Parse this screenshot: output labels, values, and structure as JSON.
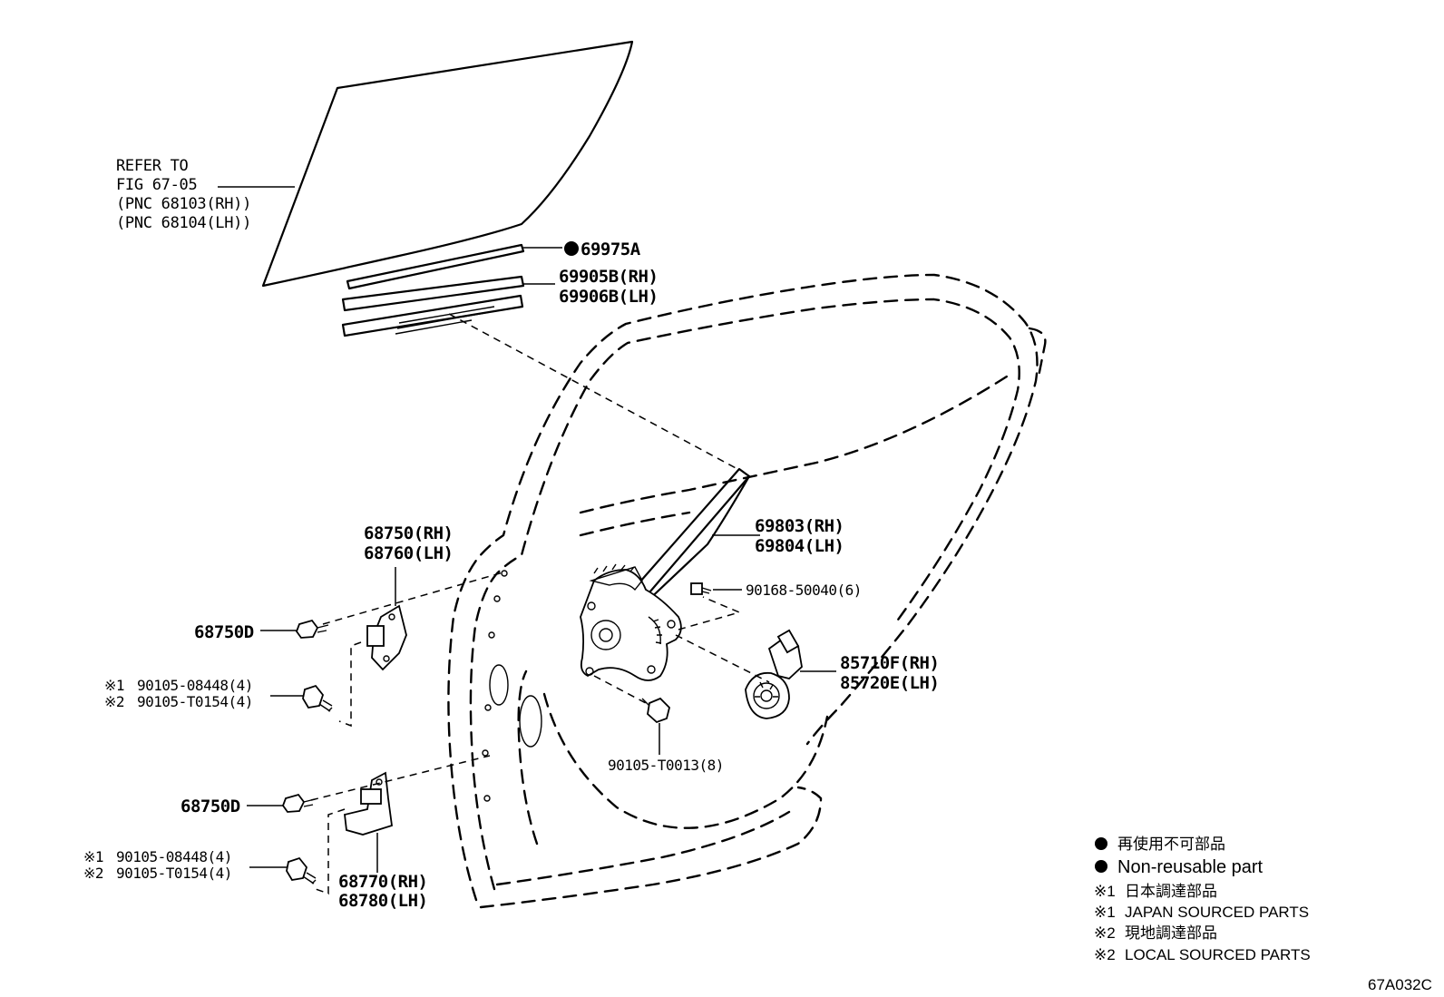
{
  "diagram_code": "67A032C",
  "refer_note": {
    "line1": "REFER TO",
    "line2": "FIG 67-05",
    "line3": "(PNC 68103(RH))",
    "line4": "(PNC 68104(LH))"
  },
  "parts": {
    "p69975A": "69975A",
    "p69905B": "69905B(RH)",
    "p69906B": "69906B(LH)",
    "p69803": "69803(RH)",
    "p69804": "69804(LH)",
    "p90168": "90168-50040(6)",
    "p85710F": "85710F(RH)",
    "p85720E": "85720E(LH)",
    "p90105_T0013": "90105-T0013(8)",
    "p68750": "68750(RH)",
    "p68760": "68760(LH)",
    "p68750D_upper": "68750D",
    "p68750D_lower": "68750D",
    "p68770": "68770(RH)",
    "p68780": "68780(LH)"
  },
  "bolts_upper": {
    "line1_mark": "※1",
    "line1_code": "90105-08448(4)",
    "line2_mark": "※2",
    "line2_code": "90105-T0154(4)"
  },
  "bolts_lower": {
    "line1_mark": "※1",
    "line1_code": "90105-08448(4)",
    "line2_mark": "※2",
    "line2_code": "90105-T0154(4)"
  },
  "legend": {
    "nonreusable_jp": "再使用不可部品",
    "nonreusable_en": "Non-reusable part",
    "japan_mark": "※1",
    "japan_jp": "日本調達部品",
    "japan_en": "JAPAN SOURCED PARTS",
    "local_mark": "※2",
    "local_jp": "現地調達部品",
    "local_en": "LOCAL SOURCED PARTS"
  }
}
